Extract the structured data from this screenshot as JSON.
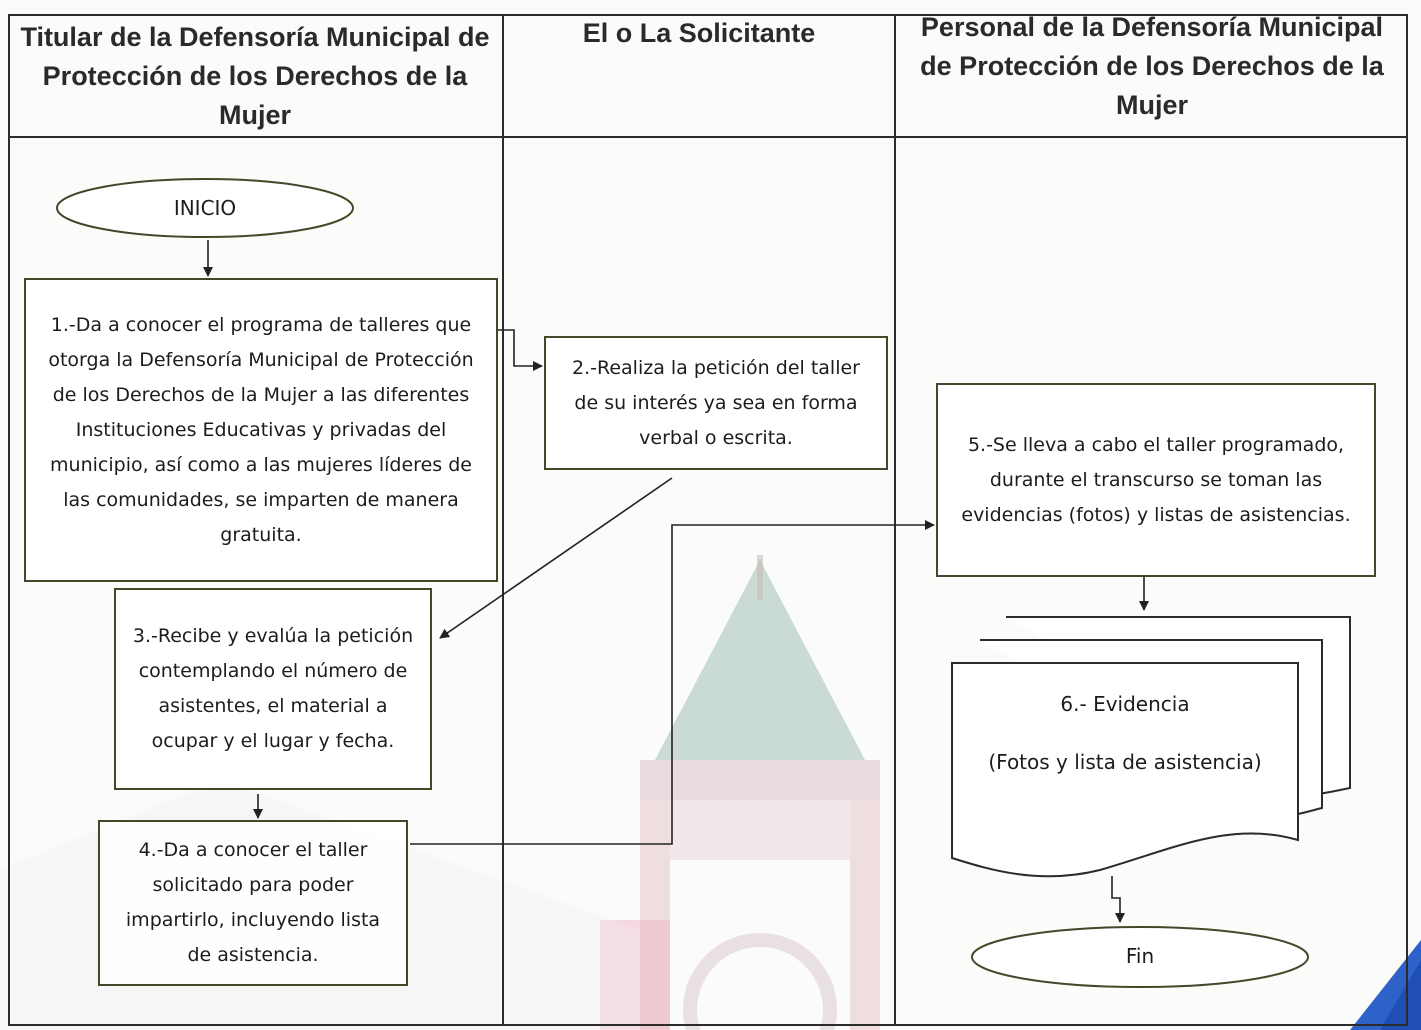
{
  "lanes": [
    {
      "header": "Titular de la Defensoría Municipal de Protección de los Derechos de la Mujer"
    },
    {
      "header": "El o La Solicitante"
    },
    {
      "header": "Personal de la Defensoría Municipal de Protección de los Derechos de la Mujer"
    }
  ],
  "nodes": {
    "start": "INICIO",
    "step1": "1.-Da a conocer el programa de talleres que otorga la Defensoría Municipal de Protección de los Derechos de la Mujer a las diferentes Instituciones Educativas y privadas del municipio, así como a las mujeres líderes de las comunidades, se imparten de manera gratuita.",
    "step2": "2.-Realiza la petición del taller de su interés ya sea en forma verbal o escrita.",
    "step3": "3.-Recibe y evalúa la petición contemplando el número de asistentes, el material a ocupar y el lugar y fecha.",
    "step4": "4.-Da a conocer el taller solicitado para poder impartirlo, incluyendo lista de asistencia.",
    "step5": "5.-Se lleva a cabo el taller programado, durante el transcurso se toman las evidencias (fotos) y listas de asistencias.",
    "step6_title": "6.- Evidencia",
    "step6_sub": "(Fotos y lista de asistencia)",
    "end": "Fin"
  },
  "colors": {
    "border": "#3f4a2b",
    "frame": "#2b2b2b",
    "watermark_roof": "#8fb3a4",
    "watermark_tower": "#e3c7cb",
    "corner_accent": "#2f62c9"
  }
}
